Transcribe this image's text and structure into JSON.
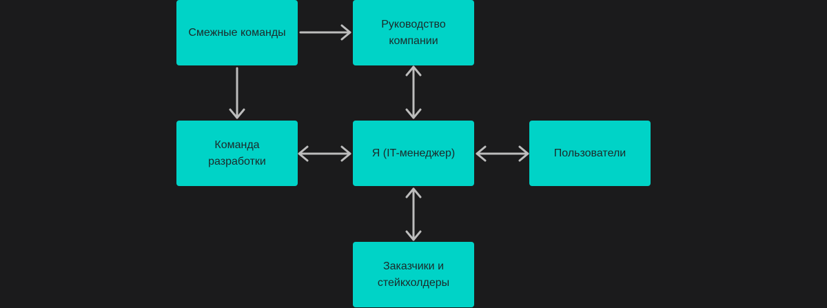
{
  "diagram": {
    "nodes": {
      "adjacent_teams": "Смежные команды",
      "company_management": "Руководство\nкомпании",
      "dev_team": "Команда\nразработки",
      "me_it_manager": "Я (IT-менеджер)",
      "users": "Пользователи",
      "customers_stakeholders": "Заказчики и\nстейкхолдеры"
    },
    "edges": [
      {
        "from": "adjacent_teams",
        "to": "company_management",
        "direction": "forward"
      },
      {
        "from": "adjacent_teams",
        "to": "dev_team",
        "direction": "forward"
      },
      {
        "from": "company_management",
        "to": "me_it_manager",
        "direction": "both"
      },
      {
        "from": "dev_team",
        "to": "me_it_manager",
        "direction": "both"
      },
      {
        "from": "me_it_manager",
        "to": "users",
        "direction": "both"
      },
      {
        "from": "me_it_manager",
        "to": "customers_stakeholders",
        "direction": "both"
      }
    ],
    "colors": {
      "background": "#1b1b1c",
      "node_fill": "#00d3c7",
      "node_text": "#1b2a2a",
      "edge": "#bdbdbd"
    }
  }
}
